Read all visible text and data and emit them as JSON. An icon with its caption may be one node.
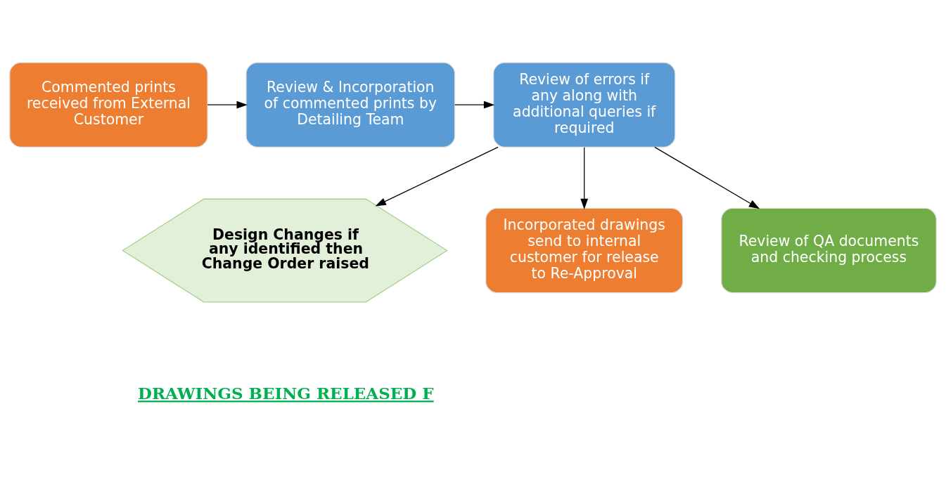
{
  "diagram": {
    "nodes": [
      {
        "text": [
          "Commented prints received from External Customer"
        ]
      },
      {
        "text": [
          "Review & Incorporation of commented prints by Detailing Team"
        ]
      },
      {
        "text": [
          "Review of errors if any along with additional queries if required"
        ]
      },
      {
        "text": [
          "Design Changes if any identified then Change Order raised"
        ]
      },
      {
        "text": [
          "Incorporated drawings send to internal customer for release to Re-Approval"
        ]
      },
      {
        "text": [
          "Review of QA documents and checking process"
        ]
      }
    ],
    "edges": [
      {
        "from": 0,
        "to": 1,
        "arrow": "to"
      },
      {
        "from": 1,
        "to": 2,
        "arrow": "to"
      },
      {
        "from": 2,
        "to": 3,
        "arrow": "to"
      },
      {
        "from": 2,
        "to": 5,
        "arrow": "to"
      },
      {
        "from": 2,
        "to": 4,
        "arrow": "to"
      }
    ],
    "labels": [
      "DRAWINGS BEING RELEASED F"
    ]
  }
}
